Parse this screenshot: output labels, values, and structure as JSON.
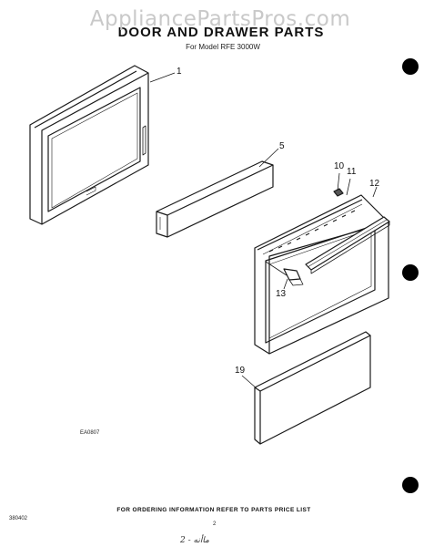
{
  "watermark": "AppliancePartsPros.com",
  "title": "DOOR AND DRAWER PARTS",
  "subtitle": "For Model RFE 3000W",
  "callouts": {
    "p1": "1",
    "p5": "5",
    "p10": "10",
    "p11": "11",
    "p12": "12",
    "p13": "13",
    "p19": "19"
  },
  "figure_code": "EA0807",
  "footer_note": "FOR ORDERING INFORMATION REFER TO PARTS PRICE LIST",
  "page_code": "380402",
  "page_number": "2",
  "handwritten": "ماأنه - 2"
}
